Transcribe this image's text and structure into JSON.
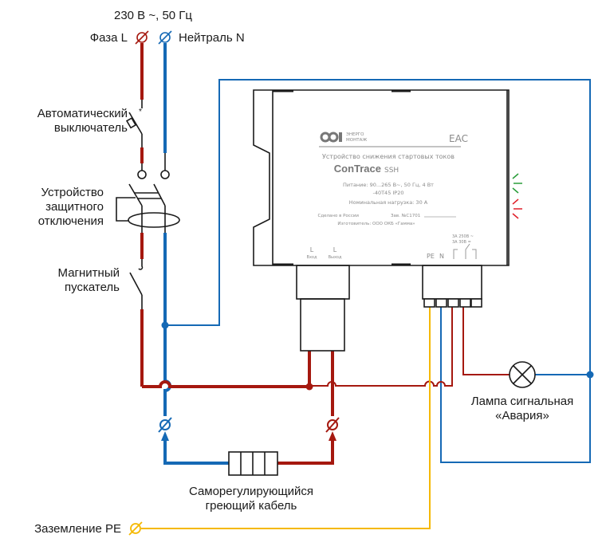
{
  "supply": {
    "label": "230 В ~, 50 Гц",
    "phase": "Фаза L",
    "neutral": "Нейтраль N"
  },
  "components": {
    "breaker": [
      "Автоматический",
      "выключатель"
    ],
    "rcd": [
      "Устройство",
      "защитного",
      "отключения"
    ],
    "contactor": [
      "Магнитный",
      "пускатель"
    ],
    "cable": [
      "Саморегулирующийся",
      "греющий кабель"
    ],
    "lamp": [
      "Лампа сигнальная",
      "«Авария»"
    ],
    "ground": "Заземление PE"
  },
  "device": {
    "logo_text": [
      "ЭНЕРГО",
      "МОНТАЖ"
    ],
    "cert_mark": "EAC",
    "title": "Устройство снижения стартовых токов",
    "brand": "ConTrace",
    "model": "SSH",
    "power": "Питание: 90...265 В~, 50 Гц, 4 Вт",
    "temp_ip": "-40T45   IP20",
    "load": "Номинальная нагрузка: 30 А",
    "made_in": "Сделано в России",
    "serial": "Зав. №С1701",
    "manufacturer": "Изготовитель: ООО ОКБ «Гамма»",
    "relay_rating": [
      "3А 250В ~",
      "3А 30В ="
    ],
    "terminals": {
      "l_in": "L",
      "l_in_sub": "Вход",
      "l_out": "L",
      "l_out_sub": "Выход",
      "pe": "PE",
      "n": "N"
    }
  },
  "colors": {
    "phase": "#a5180f",
    "neutral": "#1569b5",
    "ground": "#f5b800",
    "led_ok": "#2a9d3a",
    "led_alarm": "#e0202a"
  }
}
